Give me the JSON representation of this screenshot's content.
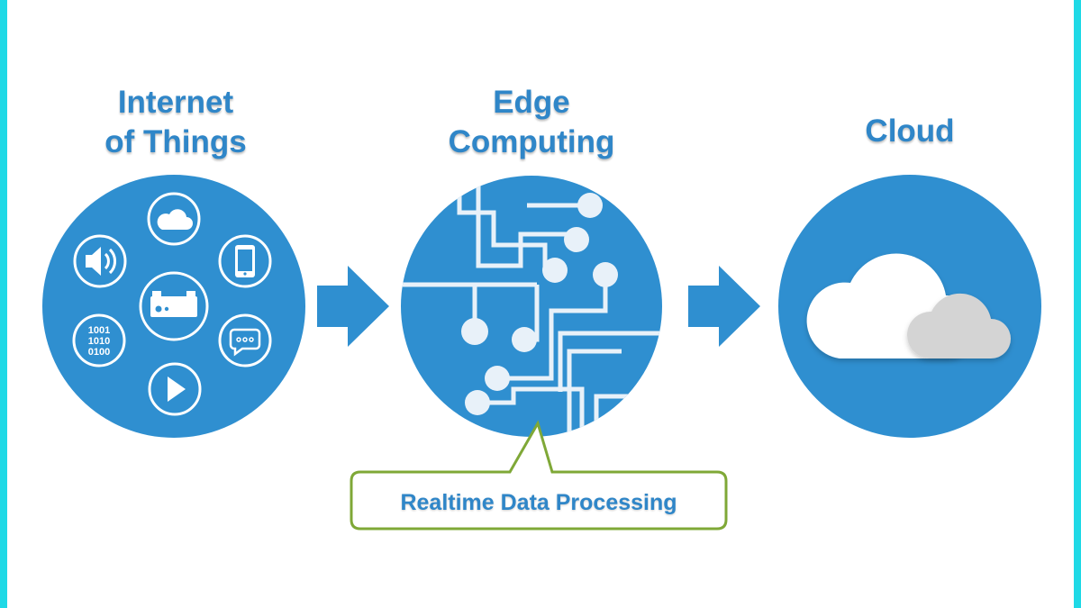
{
  "stages": [
    {
      "title_line1": "Internet",
      "title_line2": "of Things"
    },
    {
      "title_line1": "Edge",
      "title_line2": "Computing"
    },
    {
      "title_line1": "Cloud"
    }
  ],
  "iot_icons": [
    "cloud-icon",
    "speaker-icon",
    "smartphone-icon",
    "gateway-device-icon",
    "binary-data-icon",
    "chat-bubble-icon",
    "play-icon"
  ],
  "binary_text": [
    "1001",
    "1010",
    "0100"
  ],
  "callout": {
    "label": "Realtime Data Processing"
  },
  "colors": {
    "border": "#1fd9e6",
    "circle": "#2f8fd0",
    "heading": "#2f86c8",
    "callout_border": "#7fa837",
    "cloud_white": "#ffffff",
    "cloud_grey": "#d4d4d4"
  }
}
